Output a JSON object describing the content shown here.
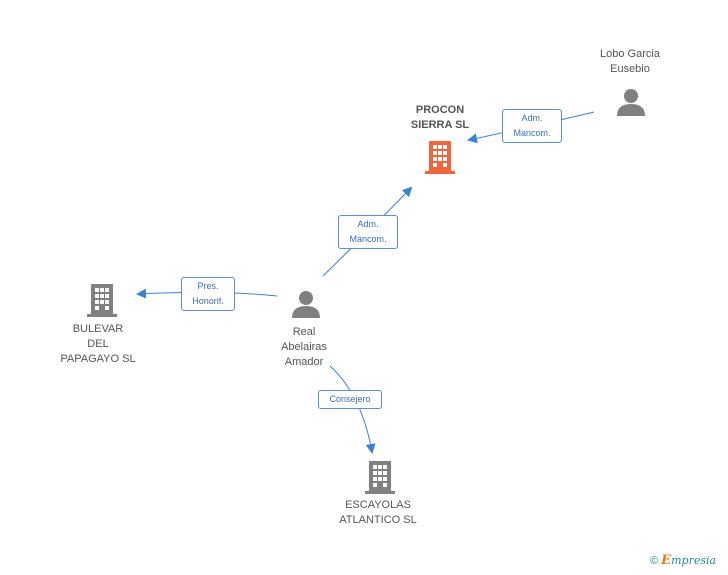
{
  "nodes": {
    "procon": {
      "label": "PROCON\nSIERRA SL",
      "kind": "company-main"
    },
    "lobo": {
      "label": "Lobo Garcia\nEusebio",
      "kind": "person"
    },
    "real": {
      "label": "Real\nAbelairas\nAmador",
      "kind": "person"
    },
    "bulevar": {
      "label": "BULEVAR\nDEL\nPAPAGAYO SL",
      "kind": "company"
    },
    "escayolas": {
      "label": "ESCAYOLAS\nATLANTICO SL",
      "kind": "company"
    }
  },
  "edges": {
    "lobo_procon": {
      "label": "Adm.\nMancom."
    },
    "real_procon": {
      "label": "Adm.\nMancom."
    },
    "real_bulevar": {
      "label": "Pres.\nHonorif."
    },
    "real_escayolas": {
      "label": "Consejero"
    }
  },
  "footer": {
    "copyright": "©",
    "brand_first": "E",
    "brand_rest": "mpresia"
  },
  "colors": {
    "main_company": "#f0663a",
    "company": "#808080",
    "person": "#808080",
    "edge": "#3b82d6"
  }
}
